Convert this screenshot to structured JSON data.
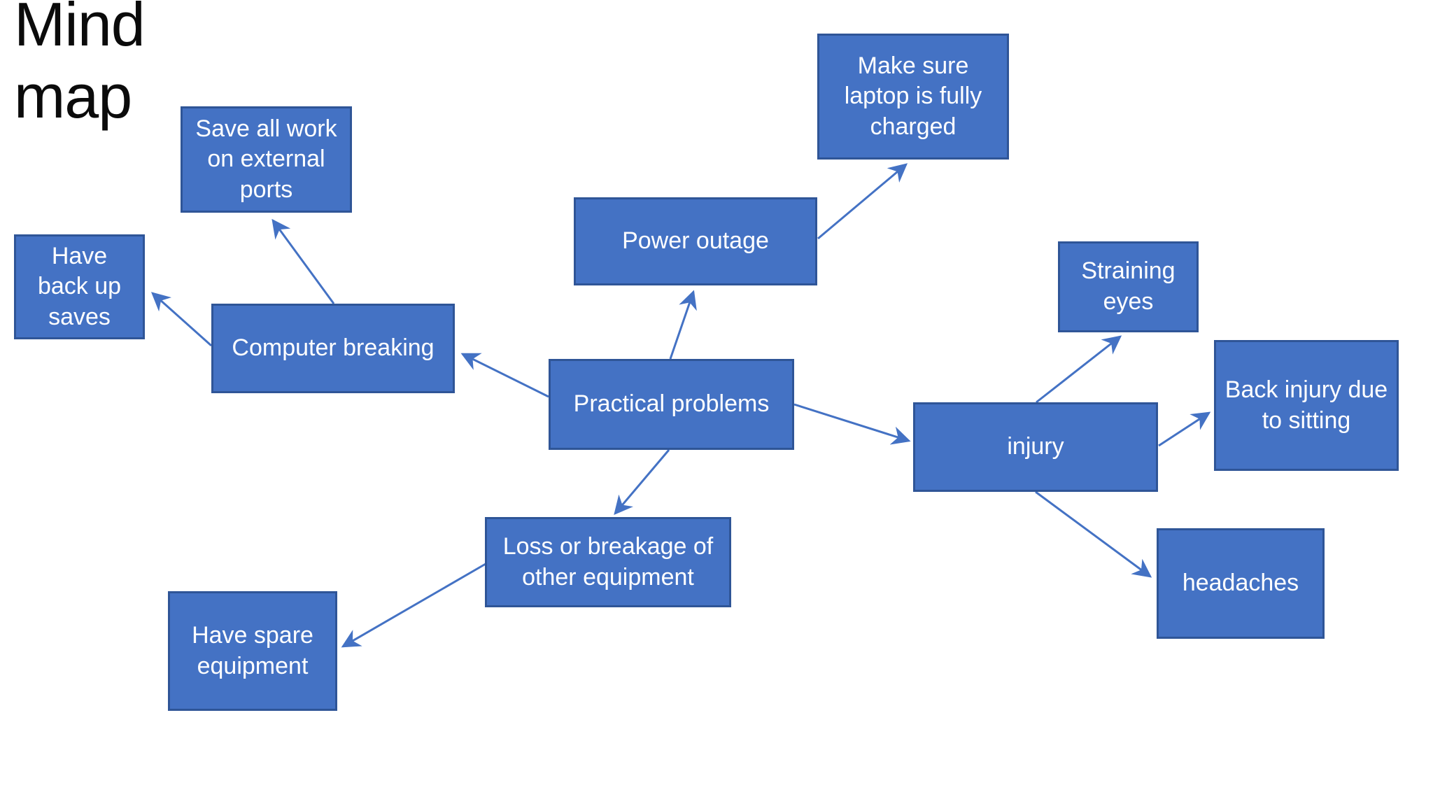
{
  "theme": {
    "node_fill": "#4472C4",
    "node_border": "#2F5597",
    "node_text_color": "#FFFFFF",
    "connector_color": "#4472C4",
    "background": "#FFFFFF",
    "title_color": "#0B0B0B"
  },
  "mindmap": {
    "title": "Mind map",
    "root": "Practical problems",
    "nodes": [
      {
        "id": "practical-problems",
        "label": "Practical problems"
      },
      {
        "id": "computer-breaking",
        "label": "Computer breaking"
      },
      {
        "id": "save-all-work",
        "label": "Save all work on external ports"
      },
      {
        "id": "have-back-up-saves",
        "label": "Have back up saves"
      },
      {
        "id": "power-outage",
        "label": "Power outage"
      },
      {
        "id": "make-sure-laptop",
        "label": "Make sure laptop is fully charged"
      },
      {
        "id": "loss-or-breakage",
        "label": "Loss or breakage of other equipment"
      },
      {
        "id": "have-spare-equipment",
        "label": "Have spare equipment"
      },
      {
        "id": "injury",
        "label": "injury"
      },
      {
        "id": "straining-eyes",
        "label": "Straining eyes"
      },
      {
        "id": "back-injury",
        "label": "Back injury due to sitting"
      },
      {
        "id": "headaches",
        "label": "headaches"
      }
    ],
    "edges": [
      {
        "from": "Practical problems",
        "to": "Computer breaking"
      },
      {
        "from": "Computer breaking",
        "to": "Save all work on external ports"
      },
      {
        "from": "Computer breaking",
        "to": "Have back up saves"
      },
      {
        "from": "Practical problems",
        "to": "Power outage"
      },
      {
        "from": "Power outage",
        "to": "Make sure laptop is fully charged"
      },
      {
        "from": "Practical problems",
        "to": "Loss or breakage of other equipment"
      },
      {
        "from": "Loss or breakage of other equipment",
        "to": "Have spare equipment"
      },
      {
        "from": "Practical problems",
        "to": "injury"
      },
      {
        "from": "injury",
        "to": "Straining eyes"
      },
      {
        "from": "injury",
        "to": "Back injury due to sitting"
      },
      {
        "from": "injury",
        "to": "headaches"
      }
    ]
  }
}
